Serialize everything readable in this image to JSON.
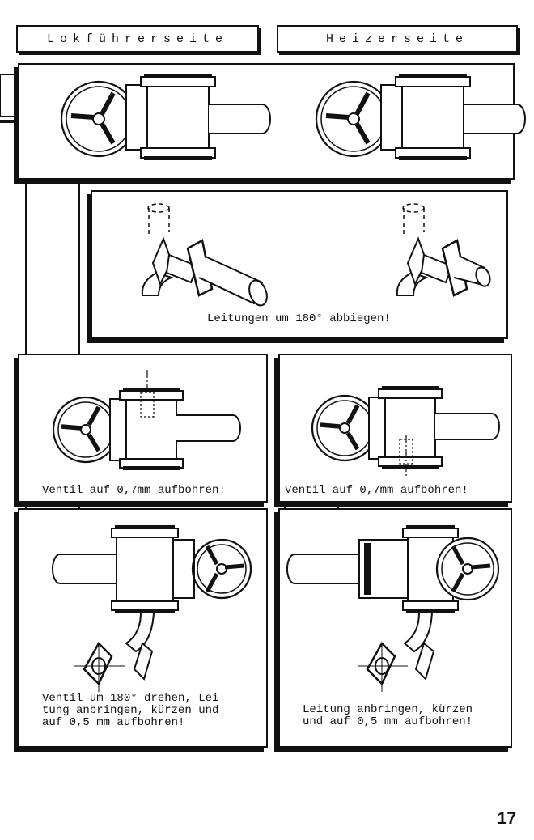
{
  "headers": {
    "left": "Lokführerseite",
    "right": "Heizerseite"
  },
  "captions": {
    "bend": "Leitungen um 180° abbiegen!",
    "drill_left": "Ventil auf 0,7mm aufbohren!",
    "drill_right": "Ventil auf 0,7mm aufbohren!",
    "final_left": "Ventil um 180° drehen, Lei-\ntung anbringen, kürzen und\nauf 0,5 mm  aufbohren!",
    "final_right": "Leitung anbringen, kürzen\nund auf 0,5 mm  aufbohren!"
  },
  "page_number": "17"
}
